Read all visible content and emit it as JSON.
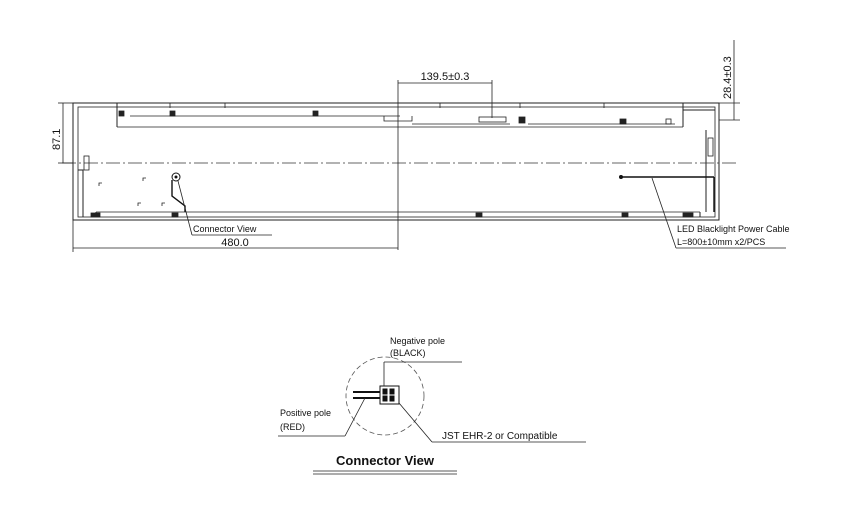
{
  "dimensions": {
    "height_left": "87.1",
    "offset_top": "139.5±0.3",
    "height_right": "28.4±0.3",
    "length_bottom": "480.0"
  },
  "callouts": {
    "connector_view": "Connector View",
    "cable_line1": "LED Blacklight Power Cable",
    "cable_line2": "L=800±10mm x2/PCS"
  },
  "detail": {
    "negative_line1": "Negative pole",
    "negative_line2": "(BLACK)",
    "positive_line1": "Positive pole",
    "positive_line2": "(RED)",
    "connector_type": "JST EHR-2 or Compatible",
    "title": "Connector View"
  }
}
